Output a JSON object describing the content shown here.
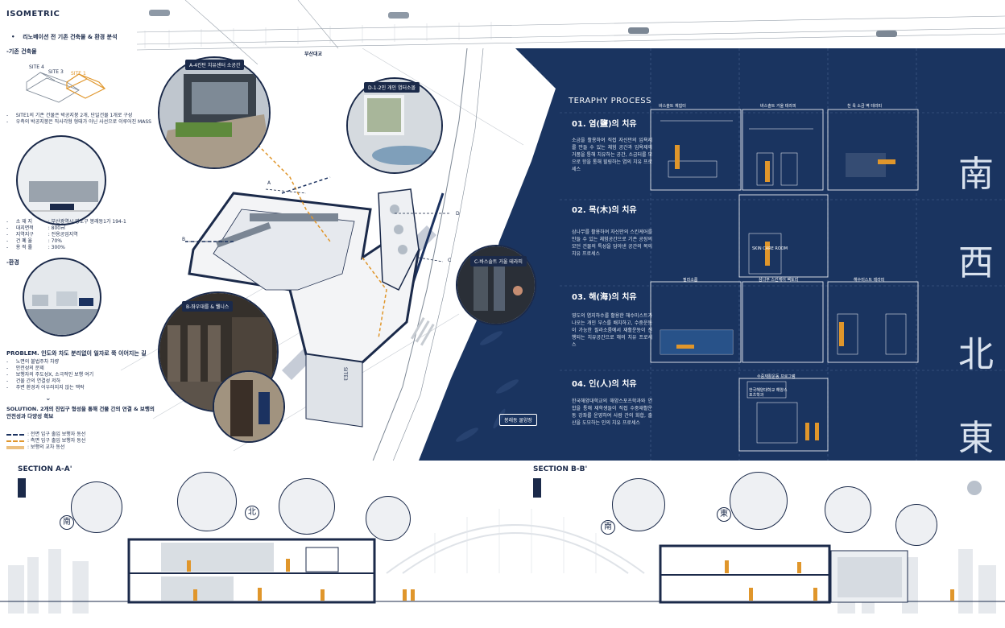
{
  "header": {
    "title": "ISOMETRIC",
    "subtitle": "리노베이션 전 기존 건축물 & 환경 분석",
    "bridge_label": "부산대교"
  },
  "existing": {
    "heading": "-기존 건축물",
    "sites": [
      "SITE 4",
      "SITE 3",
      "SITE 1"
    ],
    "notes": [
      "SITE1의 기존 건물은 박공지붕 2개, 단일건물 1개로 구성",
      "우측의 박공지붕은 직사각형 형태가 아닌 사선으로 이루어진 MASS"
    ],
    "info_rows": [
      {
        "key": "소 재 지",
        "value": ": 부산광역시 영도구 봉래동1가 194-1"
      },
      {
        "key": "대지면적",
        "value": ": 800㎡"
      },
      {
        "key": "지역지구",
        "value": ": 전용공업지역"
      },
      {
        "key": "건 폐 율",
        "value": ": 70%"
      },
      {
        "key": "용 적 률",
        "value": ": 300%"
      }
    ]
  },
  "environment": {
    "heading": "-환경",
    "problem_title": "PROBLEM. 인도와 차도 분리없이 일자로 쭉 이어지는 길",
    "problems": [
      "노면의 불법주차 차량",
      "안전성의 문제",
      "보행자의 주도성X, 소극적인 보행 여기",
      "건물 간의 연결성 저하",
      "주변 환경과 어우러지지 않는 맥락"
    ],
    "solution": "SOLUTION. 2개의 진입구 형성을 통해 건물 간의 연결 & 보행의 안전성과 다양성 확보"
  },
  "legend": [
    {
      "label": ": 전면 입구 출입 보행자 동선",
      "color": "#1b3260"
    },
    {
      "label": ": 측면 입구 출입 보행자 동선",
      "color": "#e0962b"
    },
    {
      "label": ": 보행의 교차 동선",
      "color": "#e0962b"
    }
  ],
  "callouts": {
    "a": "A-4칸탄 치유센터 소공간",
    "d": "D-1-2인 개인 염터소몰",
    "c": "C-바스솔트 거울 테라피",
    "b": "B-좌우대를 & 웰니스",
    "port": "봉래동 물양장",
    "markers": [
      "A",
      "B",
      "C",
      "D"
    ],
    "site3": "SITE3"
  },
  "process": {
    "title": "TERAPHY PROCESS",
    "steps": [
      {
        "title": "01. 염(鹽)의 치유",
        "body": "소금을 활용하여 직접 자신만의 입욕제를 만들 수 있는 체험 공간과 입욕제의 거품을 통해 치유하는 공간, 소금터를 모으로 항을 통해 힐링하는 염의 치유 프로세스"
      },
      {
        "title": "02. 목(木)의 치유",
        "body": "삼나무를 활용하여 자신만의 스킨케어를 만들 수 있는 체험공간으로 기존 공장의 모던 건물의 특성을 담아낸 공간의 목의 치유 프로세스"
      },
      {
        "title": "03. 해(海)의 치유",
        "body": "영도의 염지하수를 활용한 해수미스트가 나오는 개인 부스를 배치하고, 수중운동이 가능한 필라소룸에서 재활운동이 진행되는 치유공간으로 해의 치유 프로세스"
      },
      {
        "title": "04. 인(人)의 치유",
        "body": "한국해양대학교의 해양스포츠학과와 연합을 통해 재학생들이 직접 수중재활운동 강좌를 운영하여 사람 간의 화합, 출산을 도모하는 인의 치유 프로세스"
      }
    ],
    "panels": [
      "바스솔트 체험터",
      "바스솔트 거울 테라피",
      "천 옥 소금 벽 테라피",
      "필라소룸",
      "삼나무 스킨케어 팩토리",
      "해수미스트 테라피",
      "수중재활운동 프로그램"
    ],
    "panel_notes": [
      "SKIN CARE ROOM",
      "한국해양대학교 해양스포츠학과"
    ],
    "hanja": [
      "南",
      "西",
      "北",
      "東"
    ]
  },
  "sections": {
    "a_title": "SECTION A-A'",
    "b_title": "SECTION B-B'",
    "badges_a": [
      "南",
      "北"
    ],
    "badges_b": [
      "南",
      "東"
    ]
  },
  "colors": {
    "navy": "#1b3260",
    "orange": "#e0962b",
    "panel_bg": "#1a3460"
  }
}
